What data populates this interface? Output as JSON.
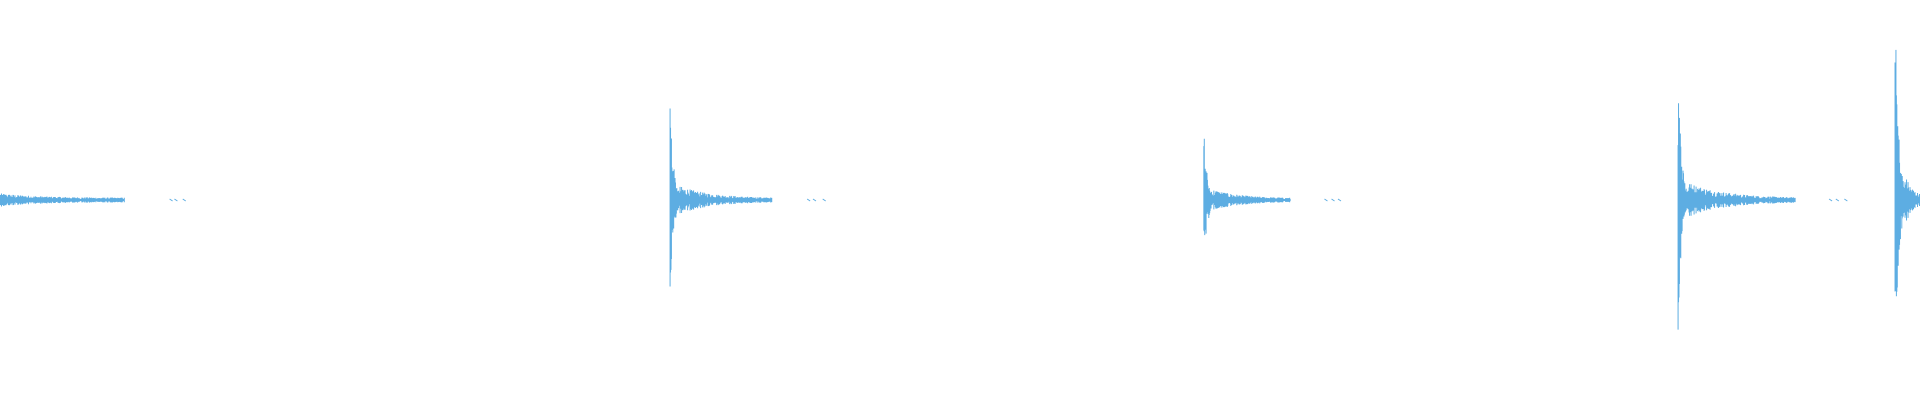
{
  "waveform": {
    "color": "#5dade2",
    "background": "#ffffff",
    "duration_fraction_events": [
      {
        "name": "event-1",
        "start": 0.0,
        "amplitude": 0.04,
        "tail": 0.065,
        "spike": false
      },
      {
        "name": "event-2",
        "start": 0.349,
        "amplitude": 0.5,
        "tail": 0.048,
        "spike": true
      },
      {
        "name": "event-3",
        "start": 0.627,
        "amplitude": 0.36,
        "tail": 0.04,
        "spike": true
      },
      {
        "name": "event-4",
        "start": 0.874,
        "amplitude": 0.66,
        "tail": 0.056,
        "spike": true
      },
      {
        "name": "event-5",
        "start": 0.987,
        "amplitude": 0.98,
        "tail": 0.013,
        "spike": true
      }
    ]
  }
}
